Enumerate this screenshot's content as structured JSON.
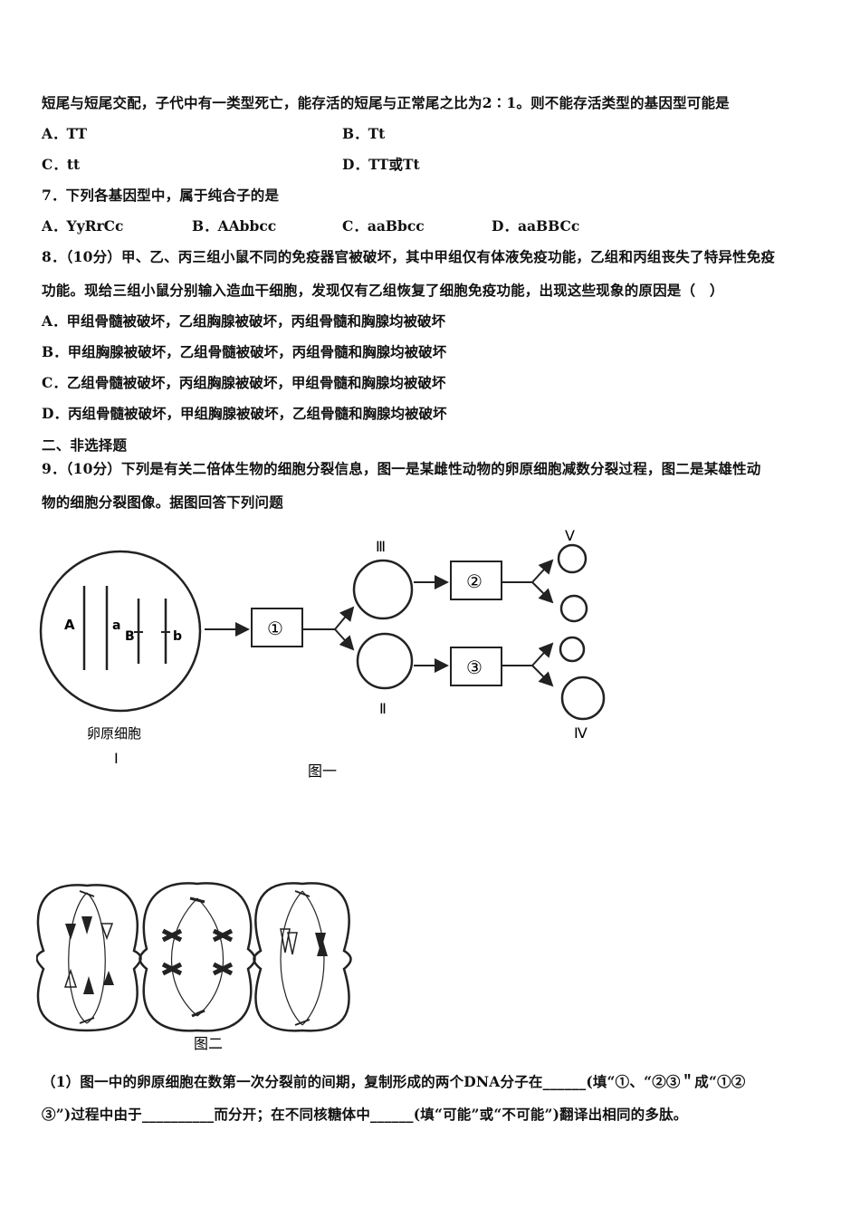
{
  "q6": {
    "stem_cont": "短尾与短尾交配，子代中有一类型死亡，能存活的短尾与正常尾之比为2∶1。则不能存活类型的基因型可能是",
    "options": [
      "A．TT",
      "B．Tt",
      "C．tt",
      "D．TT或Tt"
    ]
  },
  "q7": {
    "stem": "7．下列各基因型中，属于纯合子的是",
    "options": [
      "A．YyRrCc",
      "B．AAbbcc",
      "C．aaBbcc",
      "D．aaBBCc"
    ]
  },
  "q8": {
    "stem_line1": "8．（10分）甲、乙、丙三组小鼠不同的免疫器官被破坏，其中甲组仅有体液免疫功能，乙组和丙组丧失了特异性免疫",
    "stem_line2": "功能。现给三组小鼠分别输入造血干细胞，发现仅有乙组恢复了细胞免疫功能，出现这些现象的原因是（　）",
    "options": [
      "A．甲组骨髓被破坏，乙组胸腺被破坏，丙组骨髓和胸腺均被破坏",
      "B．甲组胸腺被破坏，乙组骨髓被破坏，丙组骨髓和胸腺均被破坏",
      "C．乙组骨髓被破坏，丙组胸腺被破坏，甲组骨髓和胸腺均被破坏",
      "D．丙组骨髓被破坏，甲组胸腺被破坏，乙组骨髓和胸腺均被破坏"
    ]
  },
  "section2": "二、非选择题",
  "q9": {
    "stem_line1": "9．（10分）下列是有关二倍体生物的细胞分裂信息，图一是某雌性动物的卵原细胞减数分裂过程，图二是某雄性动",
    "stem_line2": "物的细胞分裂图像。据图回答下列问题",
    "fig1": {
      "chrom_labels": [
        "A",
        "a",
        "B",
        "b"
      ],
      "boxes": [
        "①",
        "②",
        "③"
      ],
      "cell_labels": [
        "Ⅲ",
        "Ⅱ",
        "Ⅴ",
        "Ⅳ"
      ],
      "oocyte_label": "卵原细胞",
      "oocyte_numeral": "Ⅰ",
      "caption": "图一"
    },
    "fig2": {
      "caption": "图二"
    },
    "sub1_line1": "（1）图一中的卵原细胞在数第一次分裂前的间期，复制形成的两个DNA分子在______(填“①、“②③＂成“①②",
    "sub1_line2": "③”)过程中由于__________而分开；在不同核糖体中______(填“可能”或“不可能”)翻译出相同的多肽。"
  }
}
